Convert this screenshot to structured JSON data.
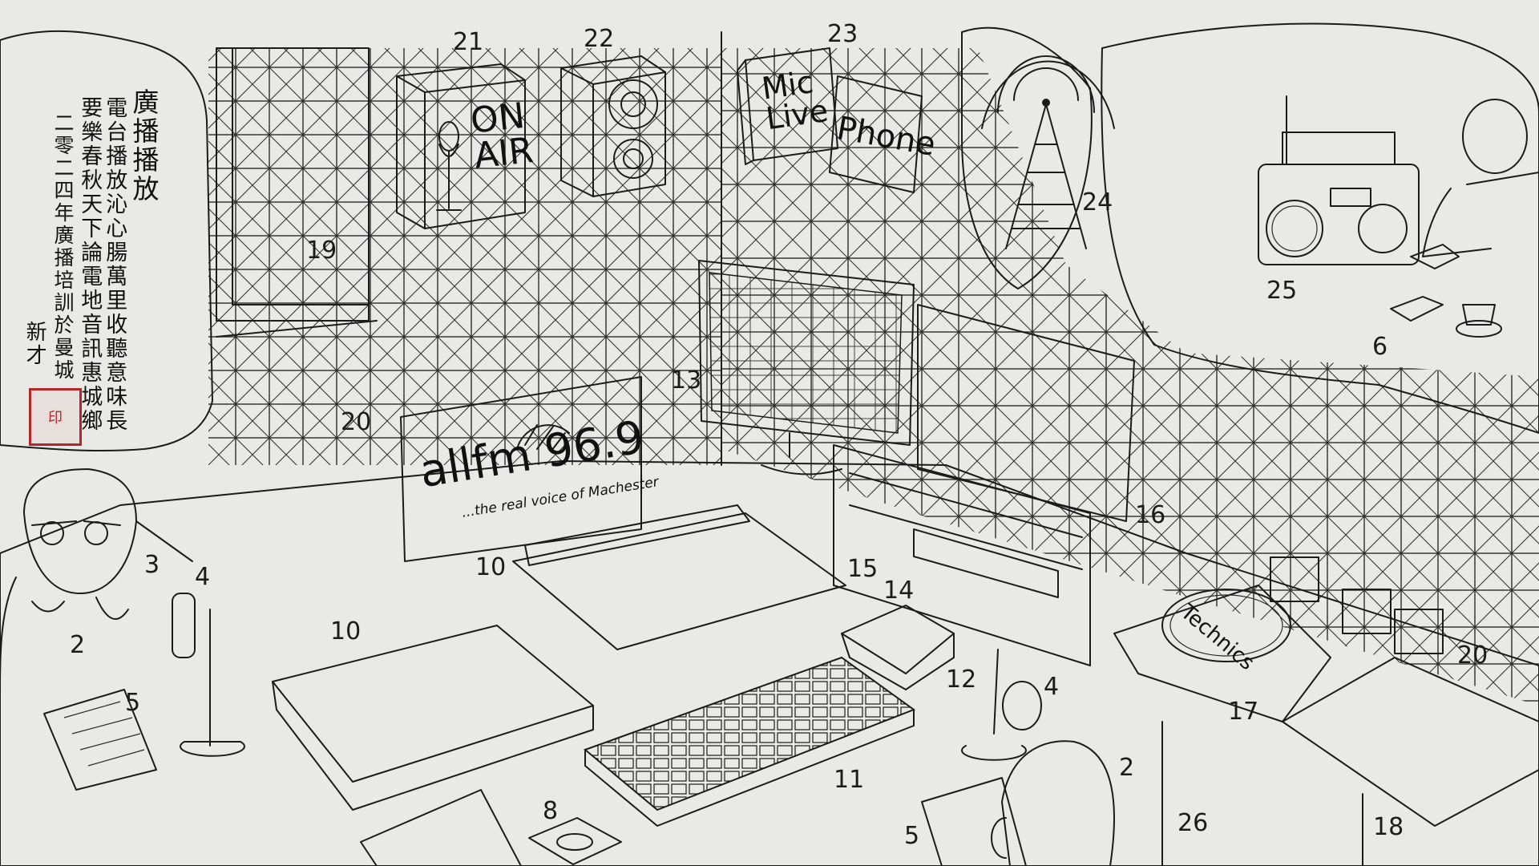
{
  "illustration": {
    "signs": {
      "on_air": [
        "ON",
        "AIR"
      ],
      "mic_live": [
        "Mic",
        "Live"
      ],
      "phone": "Phone"
    },
    "station": {
      "name": "allfm 96.9",
      "tagline": "...the real voice of Machester"
    },
    "turntable_label": "Technics",
    "calligraphy": {
      "title": "廣播播放",
      "lines": [
        "電台播放沁心腸萬里收聽意味長",
        "要樂春秋天下論電地音訊惠城鄉",
        "二零二四年廣播培訓於曼城"
      ],
      "signature": "新才"
    },
    "numbers": {
      "n21": "21",
      "n22": "22",
      "n23": "23",
      "n24": "24",
      "n25": "25",
      "n6": "6",
      "n19": "19",
      "n20a": "20",
      "n20b": "20",
      "n13": "13",
      "n16": "16",
      "n3": "3",
      "n4a": "4",
      "n4b": "4",
      "n2a": "2",
      "n2b": "2",
      "n10a": "10",
      "n10b": "10",
      "n15": "15",
      "n14": "14",
      "n12": "12",
      "n5a": "5",
      "n5b": "5",
      "n11": "11",
      "n8": "8",
      "n17": "17",
      "n26": "26",
      "n18": "18"
    }
  },
  "colors": {
    "paper": "#e9e9e6",
    "ink": "#1b1b1b",
    "seal": "#b3262a"
  }
}
